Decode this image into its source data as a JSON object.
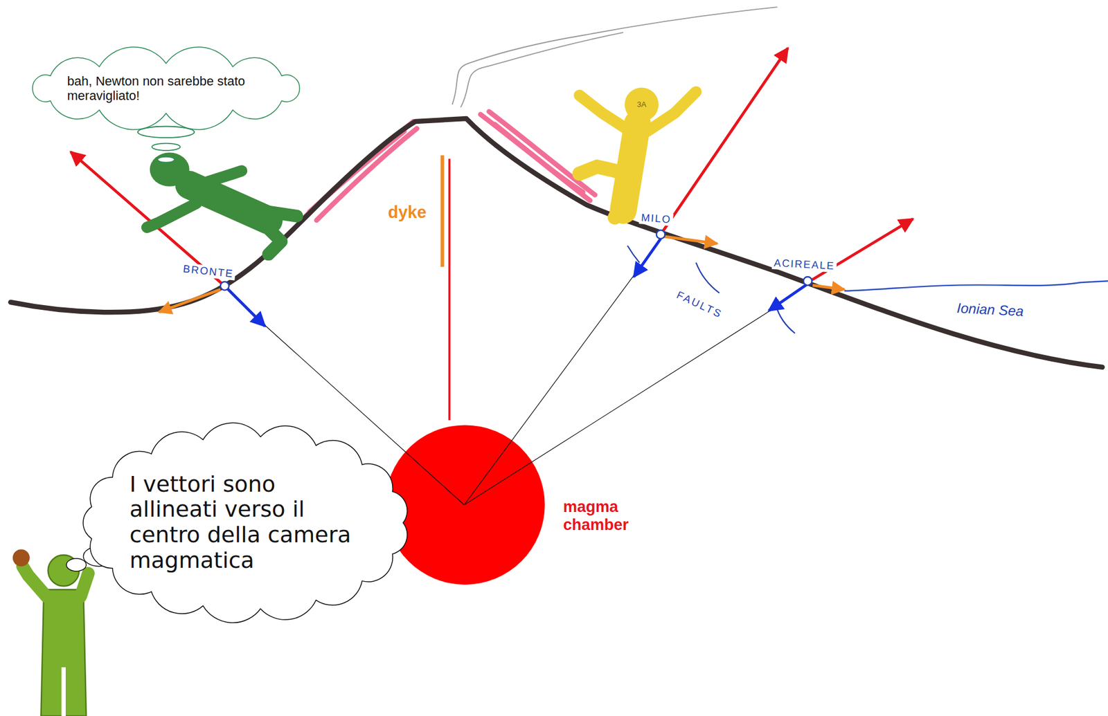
{
  "diagram": {
    "nodes": [
      {
        "text": [
          "bah, Newton non sarebbe stato meravigliato!"
        ]
      },
      {
        "text": [
          "I vettori sono allineati verso il centro della camera magmatica"
        ]
      }
    ],
    "labels": [
      "dyke",
      "magma chamber",
      "BRONTE",
      "MILO",
      "FAULTS",
      "ACIREALE",
      "Ionian Sea",
      "3A"
    ]
  }
}
